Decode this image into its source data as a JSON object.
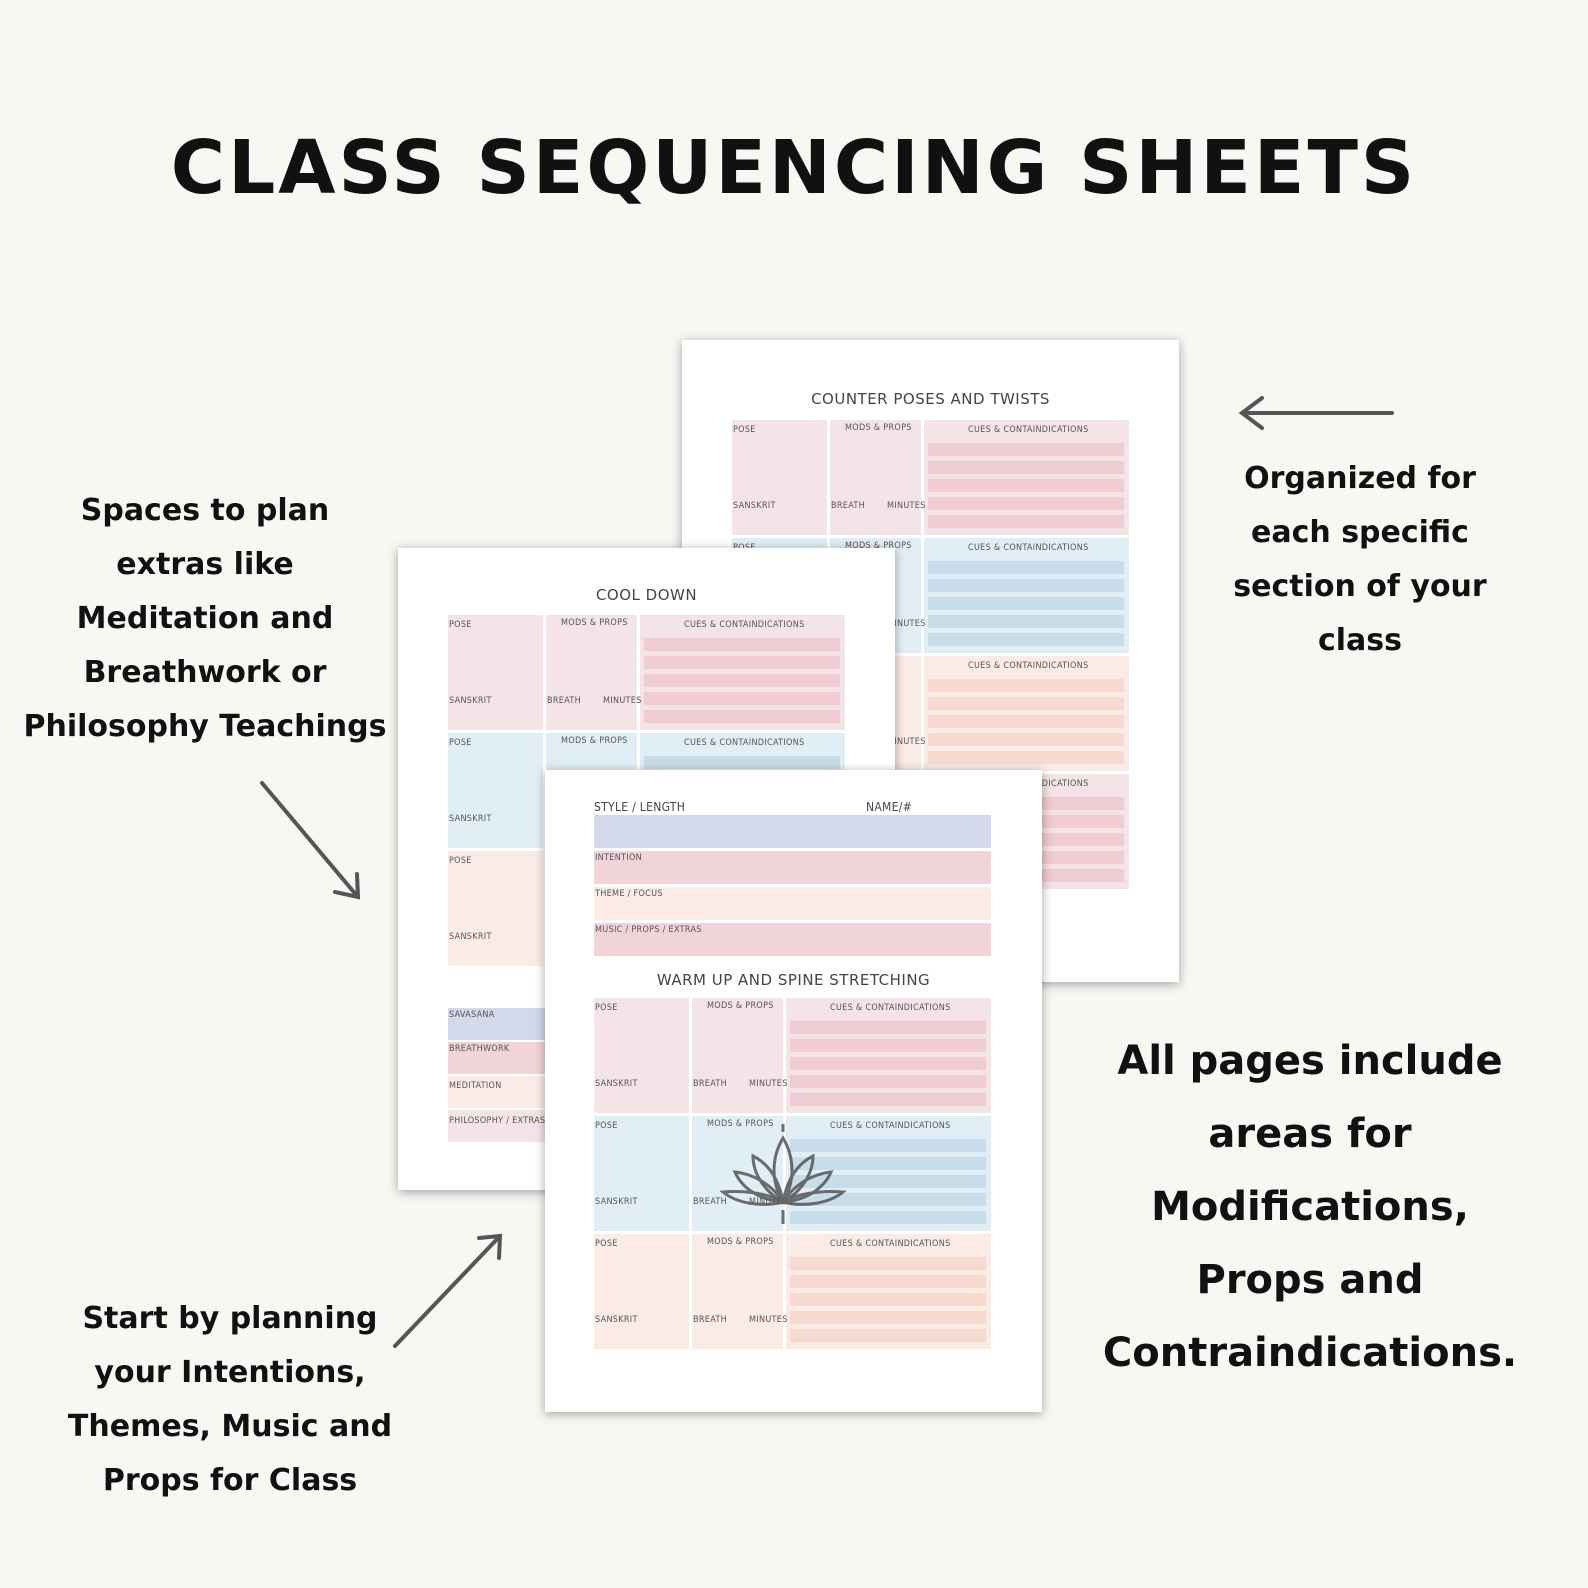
{
  "title": "CLASS SEQUENCING SHEETS",
  "notes": {
    "extras": [
      "Spaces to plan",
      "extras like",
      "Meditation and",
      "Breathwork or",
      "Philosophy Teachings"
    ],
    "organized": [
      "Organized for",
      "each specific",
      "section of your",
      "class"
    ],
    "start": [
      "Start by planning",
      "your Intentions,",
      "Themes, Music and",
      "Props for Class"
    ],
    "all_pages": [
      "All pages include",
      "areas for",
      "Modifications,",
      "Props and",
      "Contraindications."
    ]
  },
  "labels": {
    "pose": "POSE",
    "sanskrit": "SANSKRIT",
    "mods": "MODS & PROPS",
    "breath": "BREATH",
    "minutes": "MINUTES",
    "cues": "CUES & CONTAINDICATIONS"
  },
  "sheet_back": {
    "title": "COUNTER POSES AND TWISTS"
  },
  "sheet_middle": {
    "title": "COOL DOWN",
    "extras": [
      "SAVASANA",
      "BREATHWORK",
      "MEDITATION",
      "PHILOSOPHY / EXTRAS"
    ]
  },
  "sheet_front": {
    "style_length": "STYLE / LENGTH",
    "name_num": "NAME/#",
    "fields": [
      "INTENTION",
      "THEME / FOCUS",
      "MUSIC / PROPS / EXTRAS"
    ],
    "title": "WARM UP AND SPINE STRETCHING"
  },
  "colors": {
    "pink_light": "#f5e4e7",
    "pink": "#f1d3da",
    "pink_bar": "#efcbd3",
    "blue_light": "#e2eef5",
    "blue_bar": "#c9dcea",
    "peach_light": "#fbebe6",
    "peach_bar": "#f6d9cf",
    "lavender": "#d3d9eb"
  }
}
